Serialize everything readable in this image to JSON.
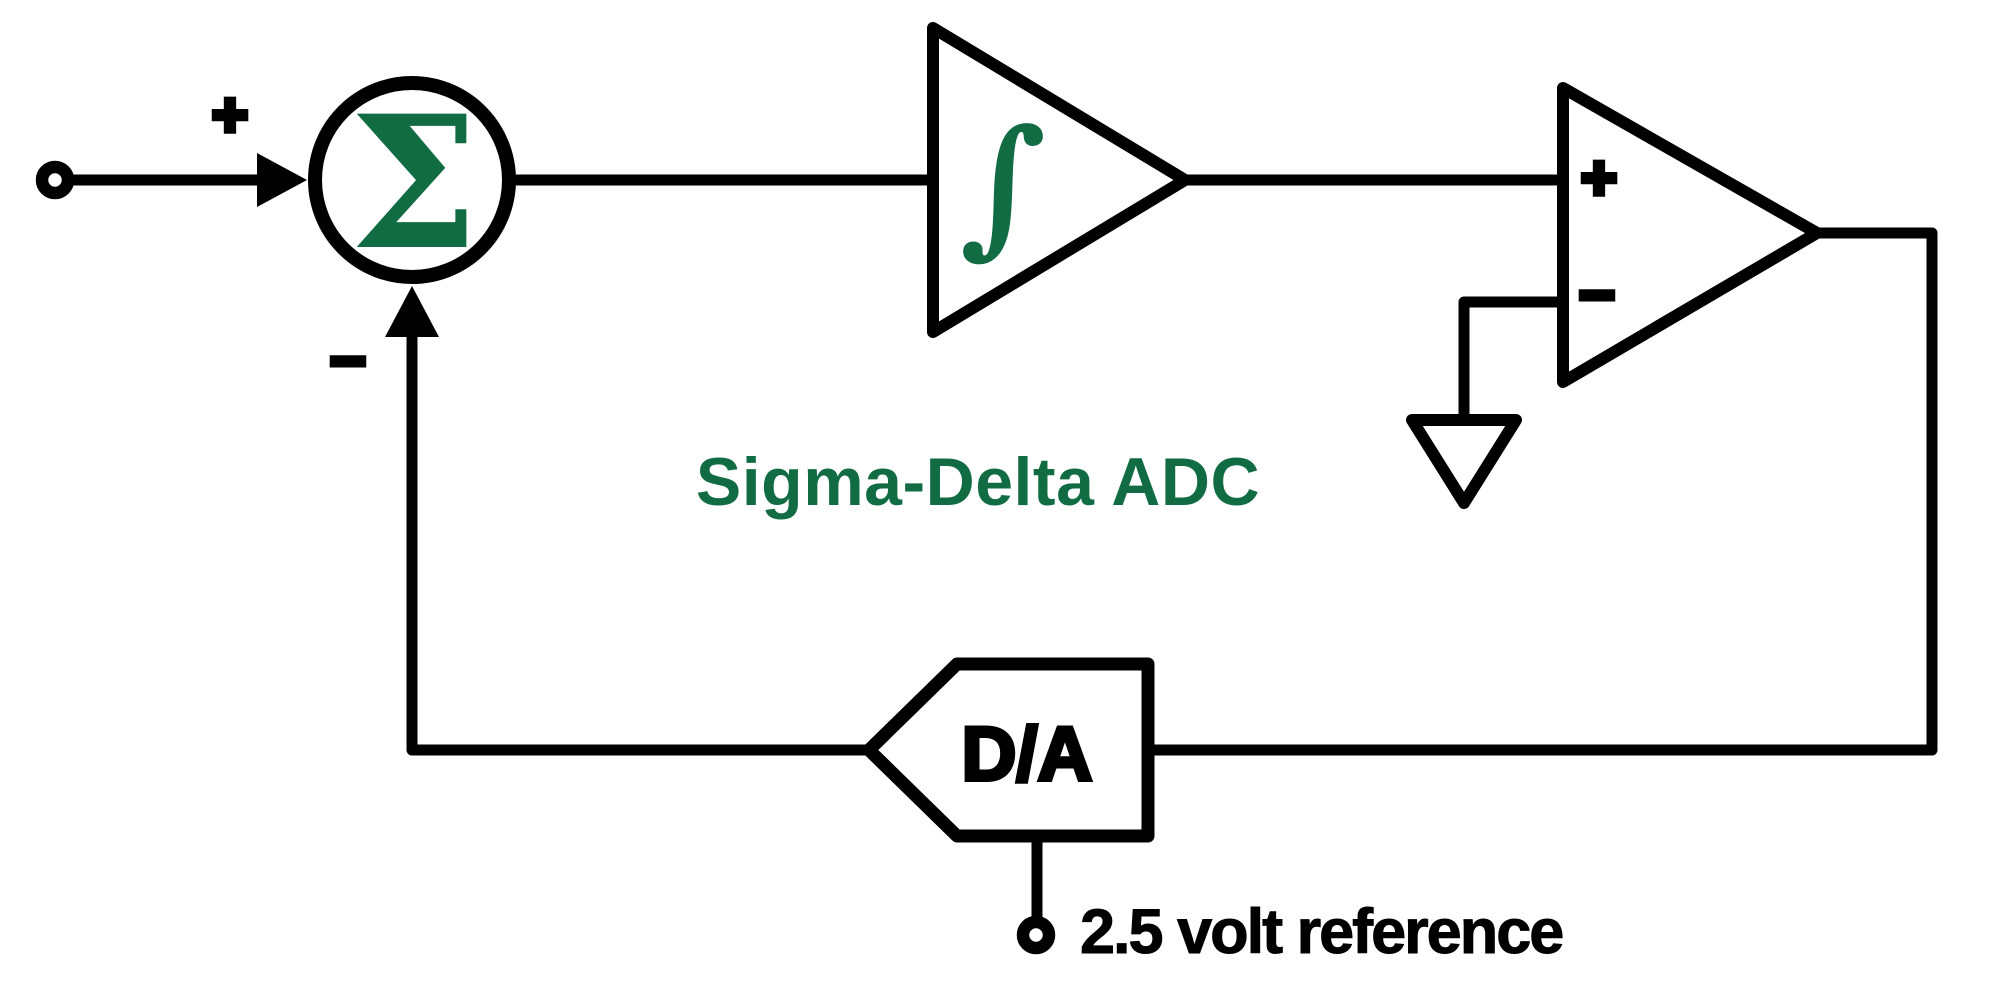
{
  "title": {
    "text": "Sigma-Delta ADC"
  },
  "colors": {
    "accent_green": "#126c43",
    "wire_black": "#000000",
    "background": "#ffffff"
  },
  "summing_junction": {
    "symbol": "Σ",
    "input_polarity": "+",
    "feedback_polarity": "−"
  },
  "integrator": {
    "symbol": "∫"
  },
  "comparator": {
    "noninverting_label": "+",
    "inverting_label": "−"
  },
  "dac": {
    "label": "D/A"
  },
  "reference": {
    "label": "2.5 volt reference"
  }
}
